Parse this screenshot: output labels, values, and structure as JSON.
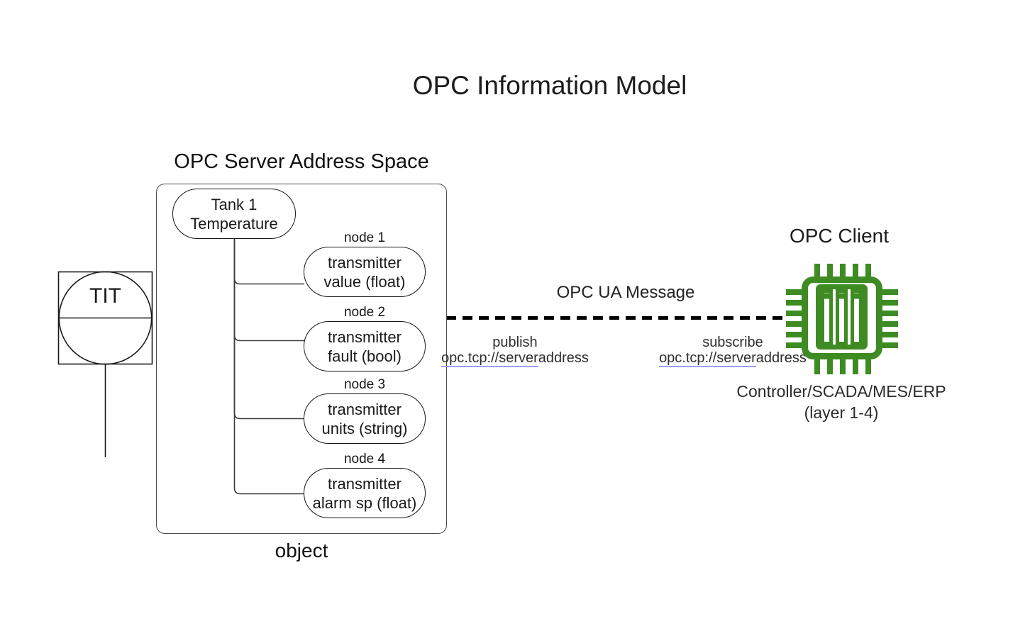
{
  "title": "OPC Information Model",
  "server": {
    "heading": "OPC Server Address Space",
    "root": {
      "line1": "Tank 1",
      "line2": "Temperature"
    },
    "nodes": [
      {
        "label": "node 1",
        "line1": "transmitter",
        "line2": "value (float)"
      },
      {
        "label": "node 2",
        "line1": "transmitter",
        "line2": "fault (bool)"
      },
      {
        "label": "node 3",
        "line1": "transmitter",
        "line2": "units (string)"
      },
      {
        "label": "node 4",
        "line1": "transmitter",
        "line2": "alarm sp (float)"
      }
    ],
    "caption": "object"
  },
  "instrument": {
    "tag": "TIT"
  },
  "message": {
    "label": "OPC UA Message",
    "publish": {
      "action": "publish",
      "address_underlined": "opc.tcp://server",
      "address_rest": "address"
    },
    "subscribe": {
      "action": "subscribe",
      "address_underlined": "opc.tcp://server",
      "address_rest": "address"
    }
  },
  "client": {
    "heading": "OPC Client",
    "caption_line1": "Controller/SCADA/MES/ERP",
    "caption_line2": "(layer 1-4)"
  },
  "colors": {
    "chip_green": "#3e8b23",
    "link_underline": "#9c9cf0",
    "line_black": "#000000",
    "box_border_gray": "#4c4c4c"
  }
}
